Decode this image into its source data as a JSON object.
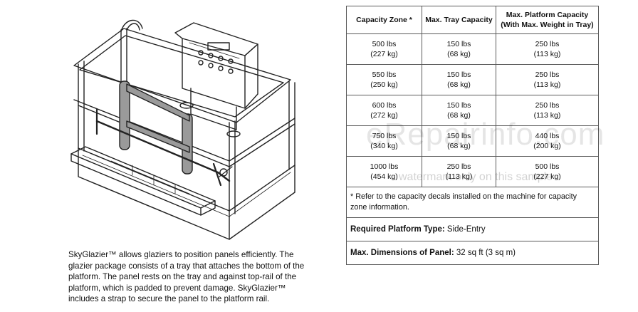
{
  "caption": "SkyGlazier™ allows glaziers to position panels efficiently. The glazier package consists of a tray that attaches the bottom of the platform. The panel rests on the tray and against top-rail of the platform, which is padded to prevent damage. SkyGlazier™ includes a strap to secure the panel to the platform rail.",
  "table": {
    "headers": [
      "Capacity Zone *",
      "Max. Tray Capacity",
      "Max. Platform Capacity (With Max. Weight in Tray)"
    ],
    "rows": [
      {
        "zone": "500 lbs",
        "zone_kg": "(227 kg)",
        "tray": "150 lbs",
        "tray_kg": "(68 kg)",
        "platform": "250 lbs",
        "platform_kg": "(113 kg)"
      },
      {
        "zone": "550 lbs",
        "zone_kg": "(250 kg)",
        "tray": "150 lbs",
        "tray_kg": "(68 kg)",
        "platform": "250 lbs",
        "platform_kg": "(113 kg)"
      },
      {
        "zone": "600 lbs",
        "zone_kg": "(272 kg)",
        "tray": "150 lbs",
        "tray_kg": "(68 kg)",
        "platform": "250 lbs",
        "platform_kg": "(113 kg)"
      },
      {
        "zone": "750 lbs",
        "zone_kg": "(340 kg)",
        "tray": "150 lbs",
        "tray_kg": "(68 kg)",
        "platform": "440 lbs",
        "platform_kg": "(200 kg)"
      },
      {
        "zone": "1000 lbs",
        "zone_kg": "(454 kg)",
        "tray": "250 lbs",
        "tray_kg": "(113 kg)",
        "platform": "500 lbs",
        "platform_kg": "(227 kg)"
      }
    ],
    "note": "* Refer to the capacity decals installed on the machine for capacity zone information.",
    "platform_type_label": "Required Platform Type:",
    "platform_type_value": "Side-Entry",
    "panel_dims_label": "Max. Dimensions of Panel:",
    "panel_dims_value": "32 sq ft (3 sq m)"
  },
  "watermark": "eRepairinfo.com",
  "watermark_note": "watermark only on this sample"
}
